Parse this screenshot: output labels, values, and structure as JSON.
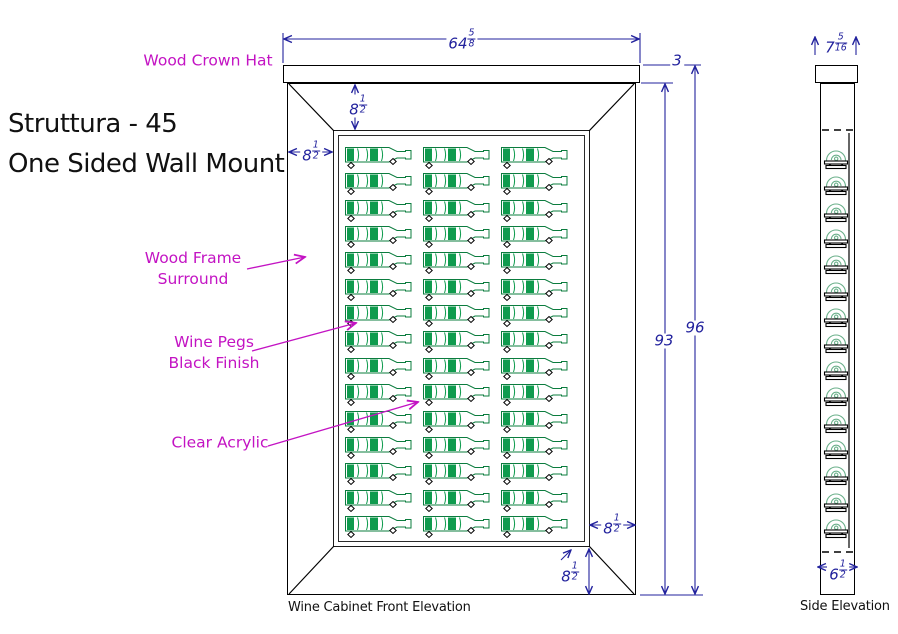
{
  "title": {
    "line1": "Struttura - 45",
    "line2": "One Sided Wall Mount"
  },
  "annotations": {
    "crown_hat": "Wood Crown Hat",
    "frame_line1": "Wood Frame",
    "frame_line2": "Surround",
    "pegs_line1": "Wine Pegs",
    "pegs_line2": "Black Finish",
    "acrylic": "Clear Acrylic"
  },
  "captions": {
    "front": "Wine Cabinet Front Elevation",
    "side": "Side Elevation"
  },
  "dimensions": {
    "overall_width": {
      "whole": "64",
      "num": "5",
      "den": "8"
    },
    "crown_height": "3",
    "cabinet_height": "93",
    "overall_height": "96",
    "top_inset": {
      "whole": "8",
      "num": "1",
      "den": "2"
    },
    "left_inset": {
      "whole": "8",
      "num": "1",
      "den": "2"
    },
    "right_inset": {
      "whole": "8",
      "num": "1",
      "den": "2"
    },
    "bottom_inset": {
      "whole": "8",
      "num": "1",
      "den": "2"
    },
    "side_depth": {
      "whole": "7",
      "num": "5",
      "den": "16"
    },
    "side_bottom_depth": {
      "whole": "6",
      "num": "1",
      "den": "2"
    }
  },
  "front": {
    "grid": {
      "rows": 15,
      "cols": 3,
      "bottle_count": 45
    }
  },
  "colors": {
    "dimension": "#22229d",
    "annotation": "#c313c3",
    "bottle_green": "#0f9b4e",
    "bottle_outline": "#0b7c3e",
    "side_bottle_green": "#6ab08a",
    "outline": "#000000"
  }
}
